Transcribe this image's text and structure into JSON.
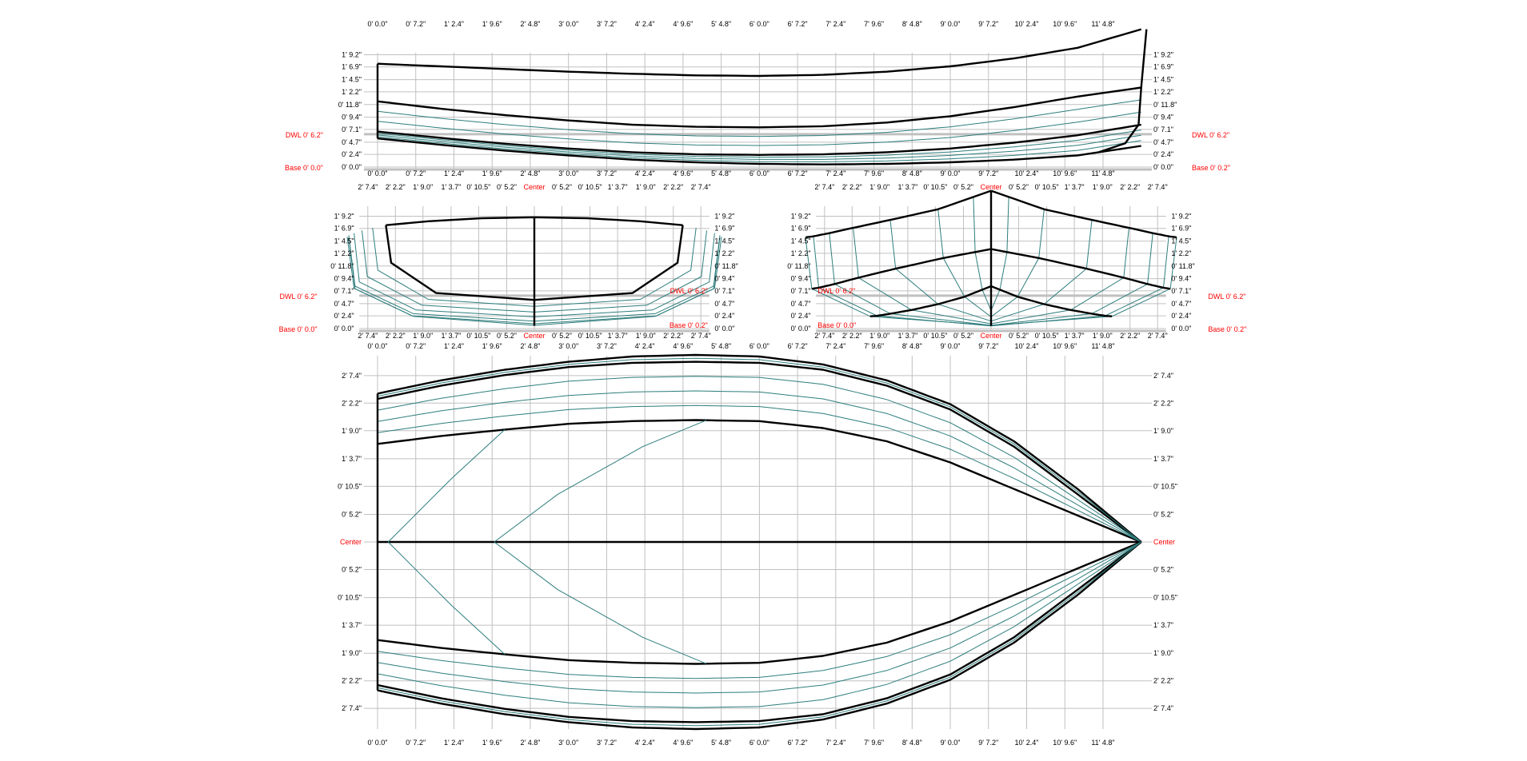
{
  "colors": {
    "hull": "#000000",
    "fair_lines": "#2e7d7d",
    "grid": "#c0c0c0",
    "reference_labels": "#ff0000"
  },
  "units": "inches",
  "station_labels": [
    "0' 0.0\"",
    "0' 7.2\"",
    "1' 2.4\"",
    "1' 9.6\"",
    "2' 4.8\"",
    "3' 0.0\"",
    "3' 7.2\"",
    "4' 2.4\"",
    "4' 9.6\"",
    "5' 4.8\"",
    "6' 0.0\"",
    "6' 7.2\"",
    "7' 2.4\"",
    "7' 9.6\"",
    "8' 4.8\"",
    "9' 0.0\"",
    "9' 7.2\"",
    "10' 2.4\"",
    "10' 9.6\"",
    "11' 4.8\""
  ],
  "station_values": [
    0,
    7.2,
    14.4,
    21.6,
    28.8,
    36,
    43.2,
    50.4,
    57.6,
    64.8,
    72,
    79.2,
    86.4,
    93.6,
    100.8,
    108,
    115.2,
    122.4,
    129.6,
    136.8
  ],
  "height_labels": [
    "1' 9.2\"",
    "1' 6.9\"",
    "1' 4.5\"",
    "1' 2.2\"",
    "0' 11.8\"",
    "0' 9.4\"",
    "0' 7.1\"",
    "0' 4.7\"",
    "0' 2.4\"",
    "0' 0.0\""
  ],
  "height_values": [
    21.2,
    18.9,
    16.5,
    14.2,
    11.8,
    9.4,
    7.1,
    4.7,
    2.4,
    0
  ],
  "dwl": {
    "label": "DWL 0' 6.2\"",
    "value": 6.2
  },
  "base": {
    "label_left": "Base 0' 0.0\"",
    "label_right": "Base 0' 0.2\"",
    "value": 0
  },
  "breadth_labels": [
    "2' 7.4\"",
    "2' 2.2\"",
    "1' 9.0\"",
    "1' 3.7\"",
    "0' 10.5\"",
    "0' 5.2\"",
    "Center",
    "0' 5.2\"",
    "0' 10.5\"",
    "1' 3.7\"",
    "1' 9.0\"",
    "2' 2.2\"",
    "2' 7.4\""
  ],
  "breadth_values": [
    -31.4,
    -26.2,
    -21,
    -15.7,
    -10.5,
    -5.2,
    0,
    5.2,
    10.5,
    15.7,
    21,
    26.2,
    31.4
  ],
  "center_label": "Center",
  "offsets": {
    "stations": [
      0,
      12,
      24,
      36,
      48,
      60,
      72,
      84,
      96,
      108,
      120,
      132,
      144
    ],
    "sheer_height": [
      19.5,
      19.0,
      18.5,
      18.0,
      17.6,
      17.3,
      17.2,
      17.4,
      18.0,
      19.0,
      20.5,
      22.5,
      26.0
    ],
    "sheer_half_breadth": [
      28,
      30.5,
      32.5,
      34,
      35,
      35.3,
      35,
      33.5,
      30.5,
      26,
      19,
      10,
      0
    ],
    "upper_chine_height": [
      12.4,
      11.0,
      9.8,
      8.8,
      8.0,
      7.6,
      7.5,
      7.7,
      8.4,
      9.6,
      11.3,
      13.3,
      15.0
    ],
    "upper_chine_half_breadth": [
      27,
      29.5,
      31.5,
      33,
      33.8,
      34,
      33.8,
      32.5,
      29.5,
      25,
      18,
      9,
      0
    ],
    "lower_chine_height": [
      6.7,
      5.5,
      4.4,
      3.5,
      2.8,
      2.4,
      2.3,
      2.4,
      2.8,
      3.5,
      4.6,
      6.0,
      8.0
    ],
    "lower_chine_half_breadth": [
      18.5,
      20,
      21.2,
      22.3,
      22.8,
      23,
      22.8,
      21.5,
      19,
      15,
      10,
      5,
      0
    ],
    "keel_height": [
      5.4,
      4.2,
      3.1,
      2.2,
      1.4,
      0.9,
      0.6,
      0.5,
      0.6,
      0.9,
      1.4,
      2.2,
      4.0
    ],
    "transom_crown_height": 21.0
  }
}
